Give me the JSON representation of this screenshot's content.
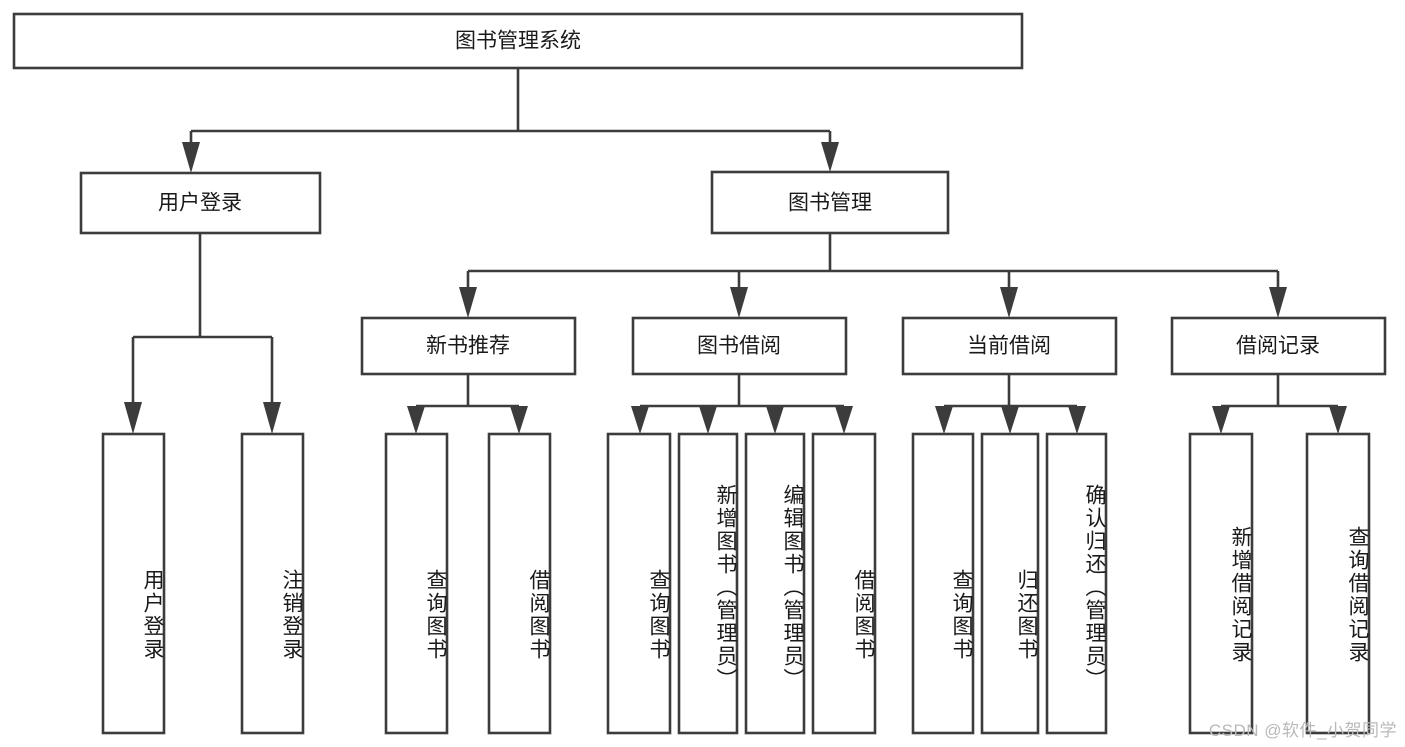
{
  "diagram": {
    "title": "图书管理系统",
    "watermark": "CSDN @软件_小贺同学",
    "colors": {
      "stroke": "#3c3c3c",
      "box_fill": "#ffffff",
      "text": "#1a1a1a",
      "background": "#ffffff",
      "watermark": "#b9b9b9"
    },
    "root": {
      "label": "图书管理系统"
    },
    "level2": [
      {
        "label": "用户登录"
      },
      {
        "label": "图书管理"
      }
    ],
    "level3": [
      {
        "label": "新书推荐"
      },
      {
        "label": "图书借阅"
      },
      {
        "label": "当前借阅"
      },
      {
        "label": "借阅记录"
      }
    ],
    "leaves": {
      "user_login": [
        {
          "label": "用户登录"
        },
        {
          "label": "注销登录"
        }
      ],
      "new_book_recommend": [
        {
          "label": "查询图书"
        },
        {
          "label": "借阅图书"
        }
      ],
      "book_borrow": [
        {
          "label": "查询图书"
        },
        {
          "label": "新增图书（管理员）"
        },
        {
          "label": "编辑图书（管理员）"
        },
        {
          "label": "借阅图书"
        }
      ],
      "current_borrow": [
        {
          "label": "查询图书"
        },
        {
          "label": "归还图书"
        },
        {
          "label": "确认归还（管理员）"
        }
      ],
      "borrow_records": [
        {
          "label": "新增借阅记录"
        },
        {
          "label": "查询借阅记录"
        }
      ]
    }
  }
}
